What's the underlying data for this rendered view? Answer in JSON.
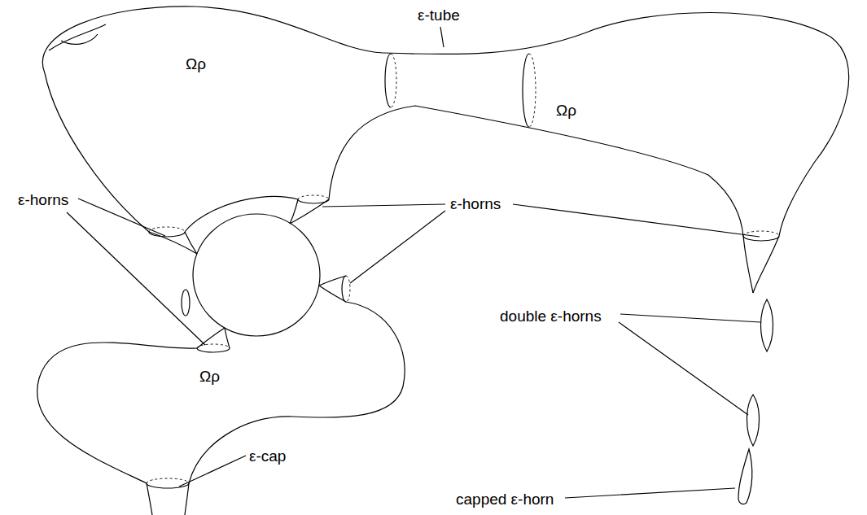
{
  "diagram": {
    "labels": [
      "ε-tube",
      "Ωρ",
      "Ωρ",
      "ε-horns",
      "ε-horns",
      "double ε-horns",
      "Ωρ",
      "ε-cap",
      "capped ε-horn"
    ]
  }
}
